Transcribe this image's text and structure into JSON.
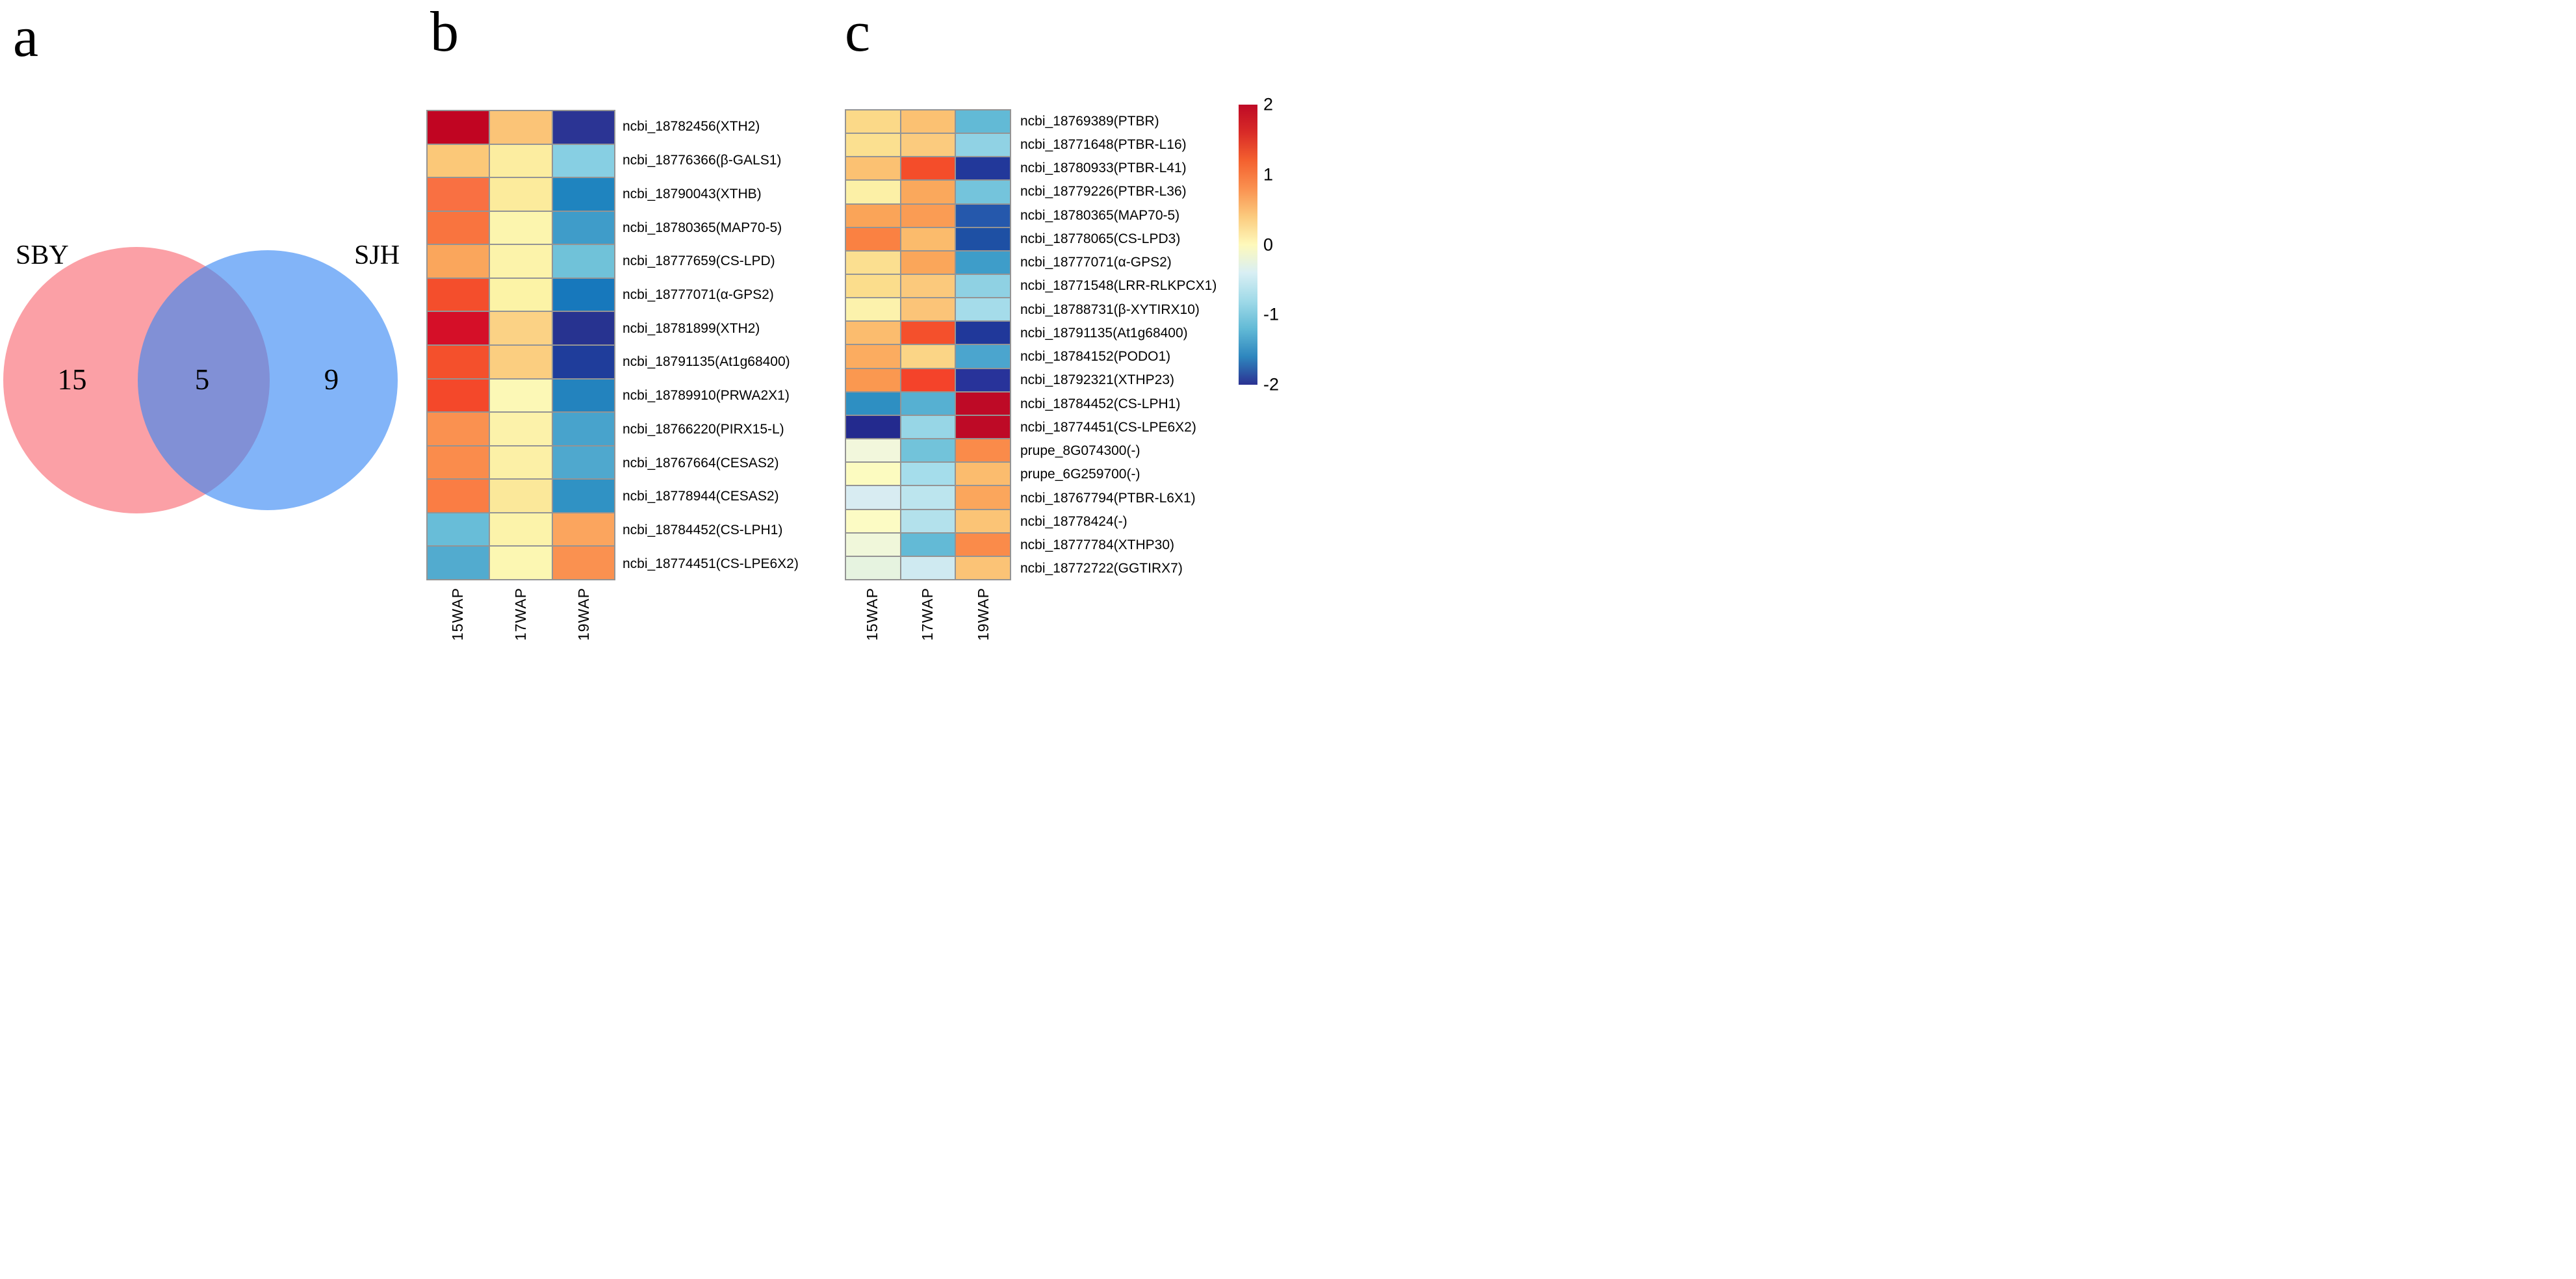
{
  "figure": {
    "panels": {
      "a": {
        "label": "a",
        "venn": {
          "left_label": "SBY",
          "right_label": "SJH",
          "left_count": "15",
          "overlap_count": "5",
          "right_count": "9",
          "left_color": "#F9666F",
          "right_color": "#3586F4",
          "fill_opacity": "0.62"
        }
      },
      "b": {
        "label": "b"
      },
      "c": {
        "label": "c"
      }
    },
    "colorbar": {
      "ticks": [
        "2",
        "1",
        "0",
        "-1",
        "-2"
      ],
      "min": -2,
      "max": 2,
      "gradient_stops": [
        "#BE0A26",
        "#D92B27",
        "#F4612F",
        "#FA9150",
        "#FBCB7E",
        "#FEF9BB",
        "#D9EFF4",
        "#A0DAE8",
        "#62BAD6",
        "#2E86BE",
        "#2B3292"
      ]
    }
  },
  "chart_data": [
    {
      "type": "venn",
      "sets": [
        {
          "label": "SBY",
          "unique": 15
        },
        {
          "label": "SJH",
          "unique": 9
        }
      ],
      "overlap": 5
    },
    {
      "type": "heatmap",
      "panel": "b",
      "title": "",
      "columns": [
        "15WAP",
        "17WAP",
        "19WAP"
      ],
      "rows": [
        "ncbi_18782456(XTH2)",
        "ncbi_18776366(β-GALS1)",
        "ncbi_18790043(XTHB)",
        "ncbi_18780365(MAP70-5)",
        "ncbi_18777659(CS-LPD)",
        "ncbi_18777071(α-GPS2)",
        "ncbi_18781899(XTH2)",
        "ncbi_18791135(At1g68400)",
        "ncbi_18789910(PRWA2X1)",
        "ncbi_18766220(PIRX15-L)",
        "ncbi_18767664(CESAS2)",
        "ncbi_18778944(CESAS2)",
        "ncbi_18784452(CS-LPH1)",
        "ncbi_18774451(CS-LPE6X2)"
      ],
      "values": [
        [
          2.0,
          0.65,
          -1.9
        ],
        [
          0.65,
          0.3,
          -0.6
        ],
        [
          1.2,
          0.3,
          -1.25
        ],
        [
          1.2,
          0.15,
          -1.05
        ],
        [
          0.9,
          0.2,
          -0.75
        ],
        [
          1.5,
          0.2,
          -1.3
        ],
        [
          1.9,
          0.55,
          -1.9
        ],
        [
          1.5,
          0.6,
          -1.8
        ],
        [
          1.5,
          0.1,
          -1.25
        ],
        [
          1.0,
          0.2,
          -1.0
        ],
        [
          1.1,
          0.2,
          -1.0
        ],
        [
          1.2,
          0.35,
          -1.15
        ],
        [
          -0.8,
          0.2,
          0.9
        ],
        [
          -0.9,
          0.1,
          1.0
        ]
      ],
      "colors": [
        [
          "#C10522",
          "#FBC477",
          "#2B3494"
        ],
        [
          "#FBC878",
          "#FCEDA0",
          "#87CFE3"
        ],
        [
          "#F97042",
          "#FCEB9C",
          "#1F84BF"
        ],
        [
          "#F9743F",
          "#FCF5AE",
          "#3F9CC9"
        ],
        [
          "#FAA65C",
          "#FCF3AA",
          "#70C2D9"
        ],
        [
          "#F44E2C",
          "#FCF3A6",
          "#1778BC"
        ],
        [
          "#D50F28",
          "#FBD285",
          "#273390"
        ],
        [
          "#F4502C",
          "#FBCE80",
          "#1F3D9B"
        ],
        [
          "#F4482A",
          "#FCF8B6",
          "#2383BE"
        ],
        [
          "#FA9150",
          "#FCF2AA",
          "#48A3CC"
        ],
        [
          "#FA8C4C",
          "#FCF0A6",
          "#4FA8CE"
        ],
        [
          "#FA7D44",
          "#FBE89A",
          "#3092C4"
        ],
        [
          "#68BDD8",
          "#FCF3AA",
          "#FBA55E"
        ],
        [
          "#52ABCF",
          "#FCF7B2",
          "#FA9150"
        ]
      ],
      "scale": {
        "min": -2,
        "max": 2,
        "palette": "RdYlBu_r"
      }
    },
    {
      "type": "heatmap",
      "panel": "c",
      "title": "",
      "columns": [
        "15WAP",
        "17WAP",
        "19WAP"
      ],
      "rows": [
        "ncbi_18769389(PTBR)",
        "ncbi_18771648(PTBR-L16)",
        "ncbi_18780933(PTBR-L41)",
        "ncbi_18779226(PTBR-L36)",
        "ncbi_18780365(MAP70-5)",
        "ncbi_18778065(CS-LPD3)",
        "ncbi_18777071(α-GPS2)",
        "ncbi_18771548(LRR-RLKPCX1)",
        "ncbi_18788731(β-XYTIRX10)",
        "ncbi_18791135(At1g68400)",
        "ncbi_18784152(PODO1)",
        "ncbi_18792321(XTHP23)",
        "ncbi_18784452(CS-LPH1)",
        "ncbi_18774451(CS-LPE6X2)",
        "prupe_8G074300(-)",
        "prupe_6G259700(-)",
        "ncbi_18767794(PTBR-L6X1)",
        "ncbi_18778424(-)",
        "ncbi_18777784(XTHP30)",
        "ncbi_18772722(GGTIRX7)"
      ],
      "values": [
        [
          0.5,
          0.65,
          -0.8
        ],
        [
          0.5,
          0.6,
          -0.6
        ],
        [
          0.65,
          1.5,
          -1.85
        ],
        [
          0.2,
          0.9,
          -0.75
        ],
        [
          0.9,
          1.0,
          -1.6
        ],
        [
          1.15,
          0.75,
          -1.65
        ],
        [
          0.5,
          0.9,
          -1.05
        ],
        [
          0.5,
          0.65,
          -0.6
        ],
        [
          0.2,
          0.65,
          -0.5
        ],
        [
          0.75,
          1.5,
          -1.85
        ],
        [
          0.85,
          0.55,
          -1.0
        ],
        [
          1.0,
          1.5,
          -1.9
        ],
        [
          -1.15,
          -0.9,
          2.0
        ],
        [
          -2.0,
          -0.6,
          2.0
        ],
        [
          -0.15,
          -0.75,
          1.15
        ],
        [
          0.0,
          -0.5,
          0.75
        ],
        [
          -0.35,
          -0.45,
          0.9
        ],
        [
          0.0,
          -0.5,
          0.65
        ],
        [
          -0.15,
          -0.8,
          1.15
        ],
        [
          -0.25,
          -0.4,
          0.65
        ]
      ],
      "colors": [
        [
          "#FBD988",
          "#FBC172",
          "#62BAD6"
        ],
        [
          "#FBE090",
          "#FBCB7E",
          "#90D2E4"
        ],
        [
          "#FBC172",
          "#F44D2A",
          "#22389A"
        ],
        [
          "#FCF0A6",
          "#FAA85C",
          "#74C4DC"
        ],
        [
          "#FAA458",
          "#FA9C54",
          "#2558AC"
        ],
        [
          "#FA8142",
          "#FBBB6C",
          "#1E50A4"
        ],
        [
          "#FBDF90",
          "#FAA65A",
          "#3E9DC9"
        ],
        [
          "#FBDD8C",
          "#FBC97C",
          "#8FD1E3"
        ],
        [
          "#FCF2AC",
          "#FBC478",
          "#A5DCEA"
        ],
        [
          "#FBBC6E",
          "#F4502C",
          "#20389A"
        ],
        [
          "#FBAC60",
          "#FBD586",
          "#4BA5CE"
        ],
        [
          "#FA9850",
          "#F4432A",
          "#28339A"
        ],
        [
          "#2E8FC2",
          "#56B0D2",
          "#BE0A26"
        ],
        [
          "#232A8E",
          "#97D6E6",
          "#BE0A26"
        ],
        [
          "#F2F7DC",
          "#72C3DA",
          "#FA8B4A"
        ],
        [
          "#FCFBC0",
          "#A5DDEB",
          "#FBBC6E"
        ],
        [
          "#D8ECF2",
          "#BCE5EE",
          "#FBA65C"
        ],
        [
          "#FCFBC4",
          "#B3E1EC",
          "#FBC476"
        ],
        [
          "#F0F7DA",
          "#63BAD6",
          "#FA8B4A"
        ],
        [
          "#E6F3E0",
          "#CFEAF1",
          "#FBC376"
        ]
      ],
      "scale": {
        "min": -2,
        "max": 2,
        "palette": "RdYlBu_r"
      }
    }
  ]
}
